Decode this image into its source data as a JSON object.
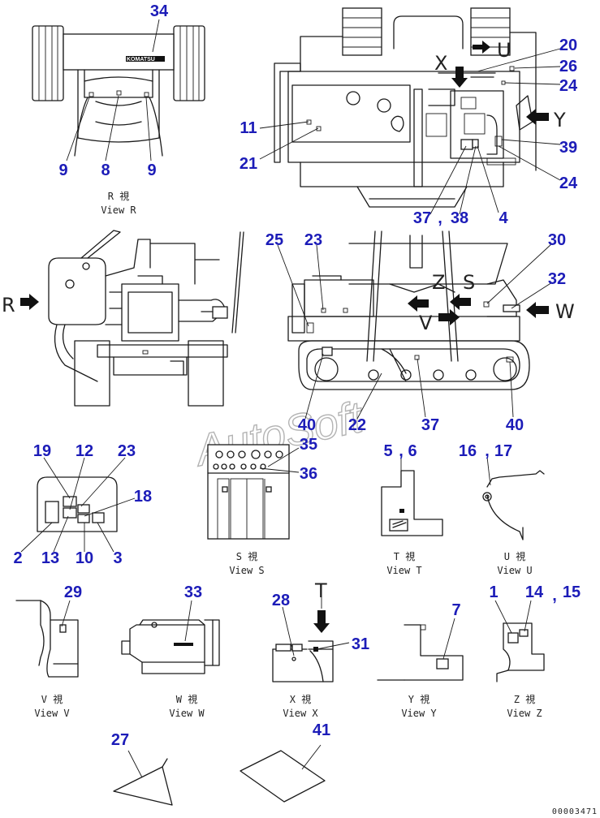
{
  "watermark": "AutoSoft",
  "figure_number": "00003471",
  "brand_logo": "KOMATSU",
  "captions": [
    {
      "id": "r",
      "jp": "R 視",
      "en": "View R"
    },
    {
      "id": "s",
      "jp": "S 視",
      "en": "View S"
    },
    {
      "id": "t",
      "jp": "T 視",
      "en": "View T"
    },
    {
      "id": "u",
      "jp": "U 視",
      "en": "View U"
    },
    {
      "id": "v",
      "jp": "V 視",
      "en": "View V"
    },
    {
      "id": "w",
      "jp": "W 視",
      "en": "View W"
    },
    {
      "id": "x",
      "jp": "X 視",
      "en": "View X"
    },
    {
      "id": "y",
      "jp": "Y 視",
      "en": "View Y"
    },
    {
      "id": "z",
      "jp": "Z 視",
      "en": "View Z"
    }
  ],
  "view_letters": [
    {
      "id": "x-top",
      "text": "X"
    },
    {
      "id": "u-top",
      "text": "U"
    },
    {
      "id": "y-top",
      "text": "Y"
    },
    {
      "id": "r-side",
      "text": "R"
    },
    {
      "id": "z-side",
      "text": "Z"
    },
    {
      "id": "s-side",
      "text": "S"
    },
    {
      "id": "v-side",
      "text": "V"
    },
    {
      "id": "w-side",
      "text": "W"
    },
    {
      "id": "t-detail",
      "text": "T"
    }
  ],
  "callouts": [
    "34",
    "9",
    "8",
    "9",
    "20",
    "26",
    "24",
    "11",
    "21",
    "39",
    "24",
    "37",
    ",",
    "38",
    "4",
    "25",
    "23",
    "30",
    "32",
    "40",
    "22",
    "37",
    "40",
    "19",
    "12",
    "23",
    "18",
    "2",
    "13",
    "10",
    "3",
    "35",
    "36",
    "5",
    ",",
    "6",
    "16",
    ",",
    "17",
    "29",
    "33",
    "28",
    "31",
    "7",
    "1",
    "14",
    ",",
    "15",
    "27",
    "41"
  ]
}
